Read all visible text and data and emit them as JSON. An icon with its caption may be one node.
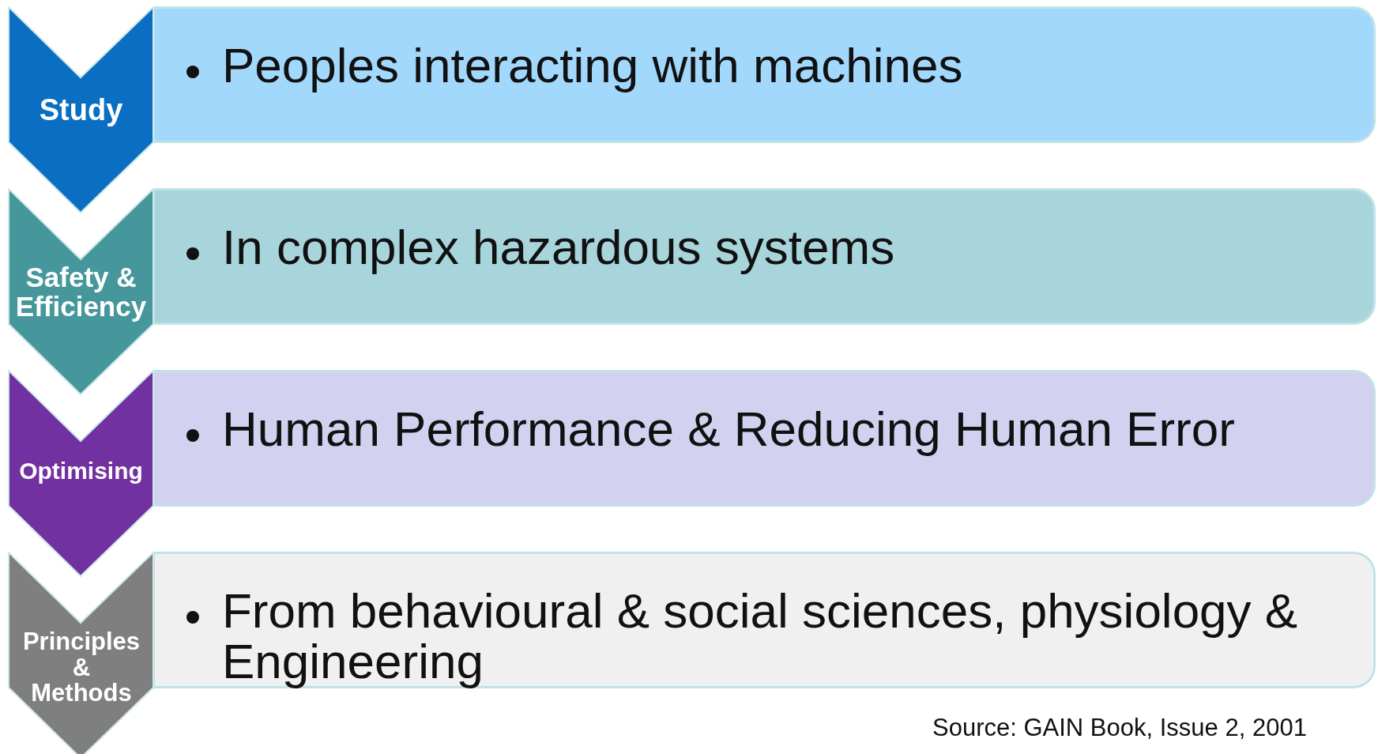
{
  "diagram": {
    "nodes": [
      {
        "text": [
          "Study"
        ]
      },
      {
        "text": [
          "Peoples interacting with machines"
        ]
      },
      {
        "text": [
          "Safety & Efficiency"
        ]
      },
      {
        "text": [
          "In complex hazardous systems"
        ]
      },
      {
        "text": [
          "Optimising"
        ]
      },
      {
        "text": [
          "Human Performance & Reducing Human Error"
        ]
      },
      {
        "text": [
          "Principles & Methods"
        ]
      },
      {
        "text": [
          "From behavioural & social sciences, physiology & Engineering"
        ]
      }
    ],
    "labels": [
      "Source: GAIN Book, Issue 2, 2001"
    ]
  }
}
